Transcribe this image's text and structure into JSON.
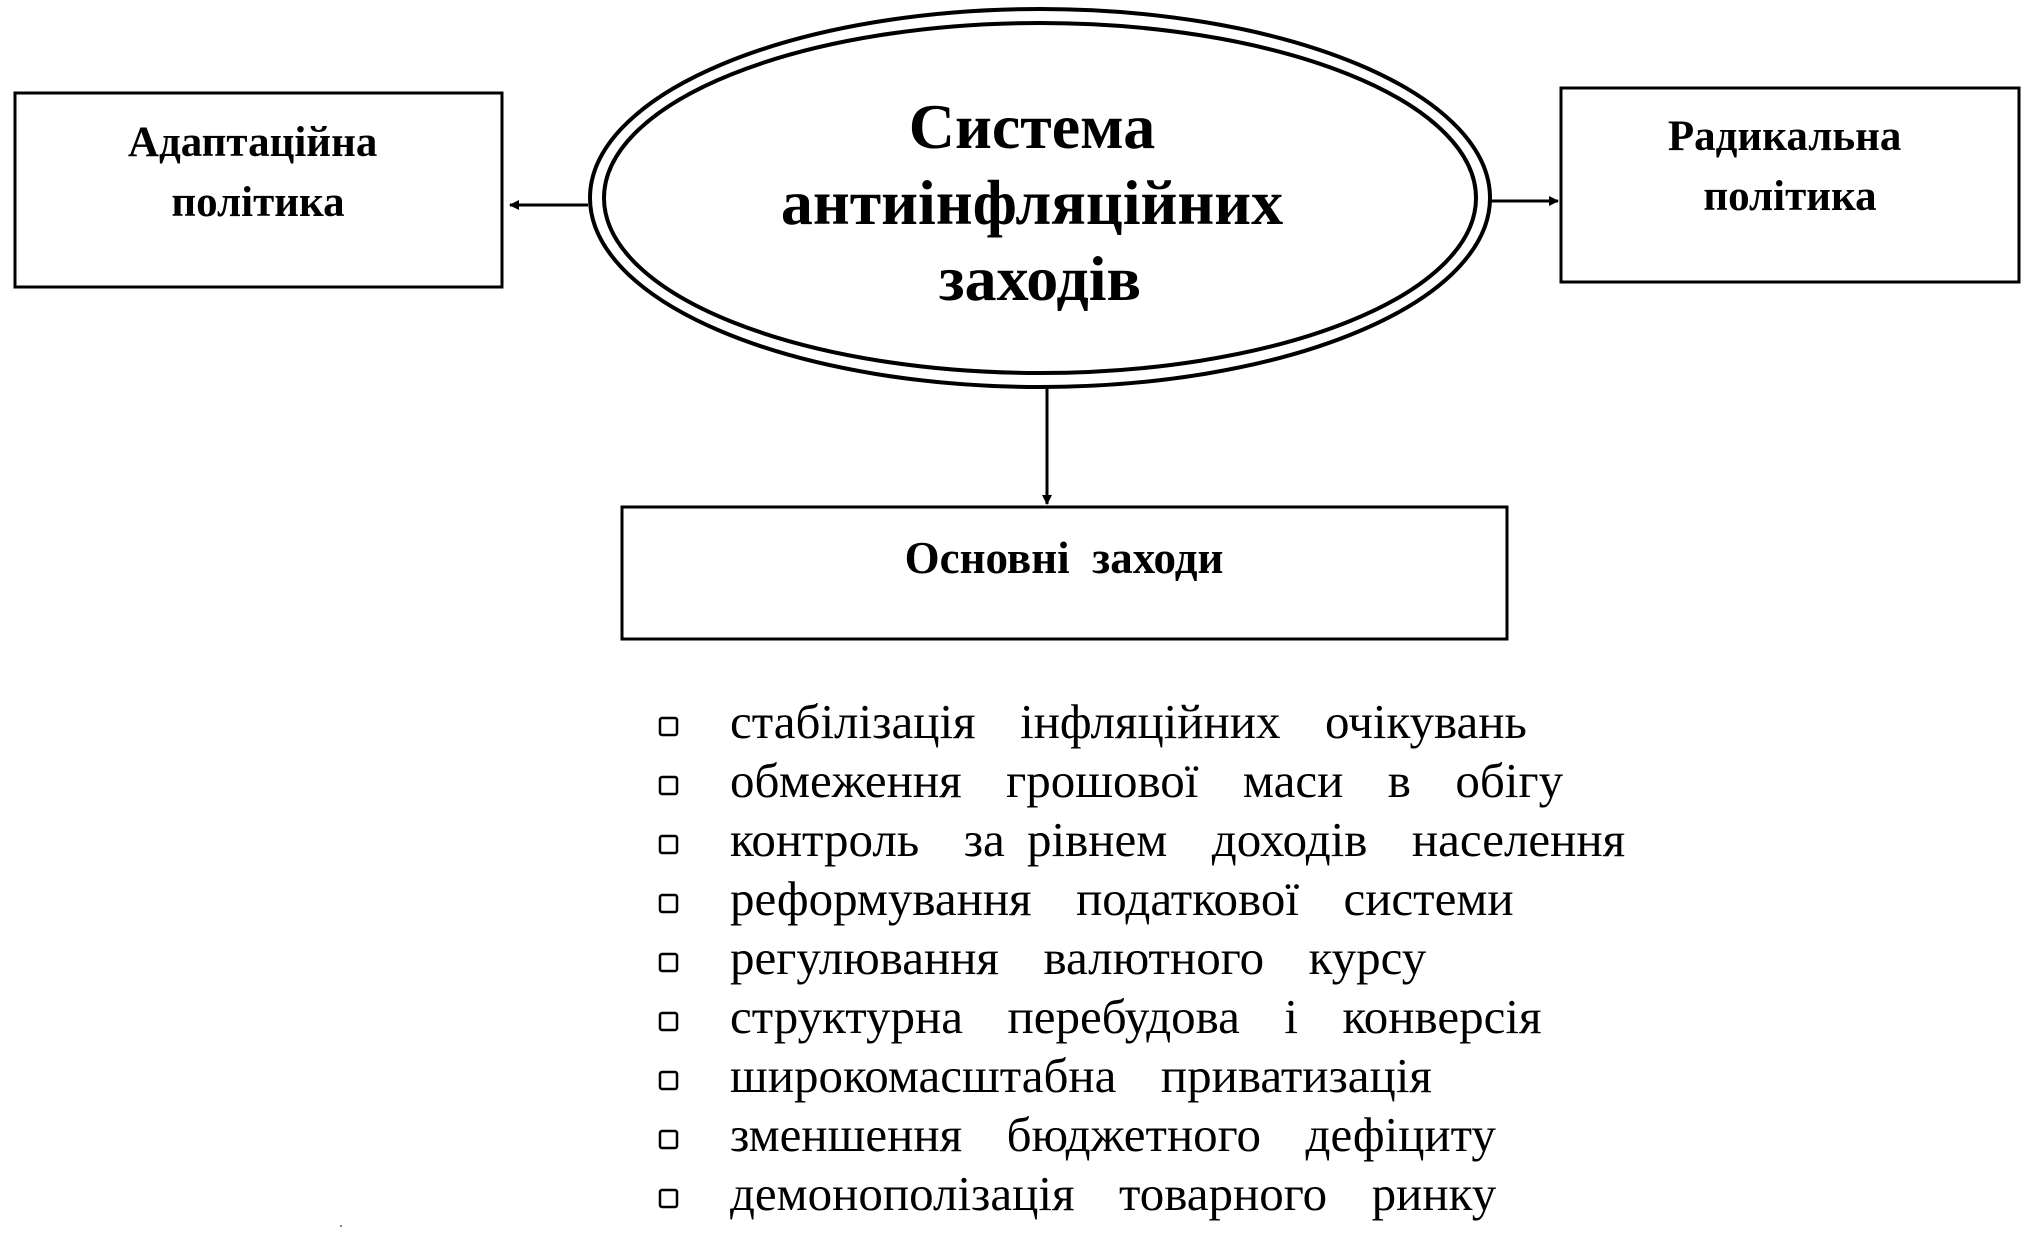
{
  "center_node": {
    "lines": [
      "Система",
      "антиінфляційних",
      "заходів"
    ]
  },
  "left_node": {
    "lines": [
      "Адаптаційна",
      "політика"
    ]
  },
  "right_node": {
    "lines": [
      "Радикальна",
      "політика"
    ]
  },
  "bottom_node": {
    "label": "Основні  заходи"
  },
  "measures": [
    "стабілізація  інфляційних  очікувань",
    "обмеження  грошової  маси  в  обігу",
    "контроль  за рівнем  доходів  населення",
    "реформування  податкової  системи",
    "регулювання  валютного  курсу",
    "структурна  перебудова  і  конверсія",
    "широкомасштабна  приватизація",
    "зменшення  бюджетного  дефіциту",
    "демонополізація  товарного  ринку"
  ],
  "bullet_icon": "hollow-square"
}
